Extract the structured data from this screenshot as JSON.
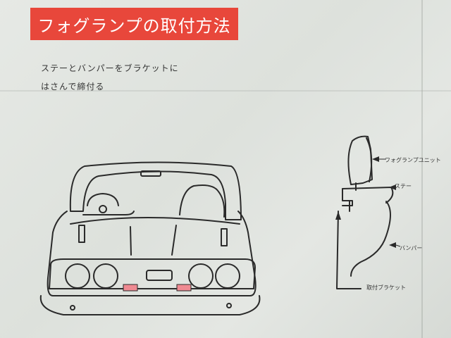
{
  "document": {
    "title": "フォグランプの取付方法",
    "instructions": [
      "ステーとバンパーをブラケットに",
      "はさんで締付る"
    ],
    "diagram_labels": {
      "fog_lamp_unit": "フォグランプユニット",
      "stay": "ステー",
      "bumper": "バンパー",
      "mounting_bracket": "取付ブラケット"
    }
  },
  "colors": {
    "banner": "#e8473b",
    "reflector": "#ef8a92",
    "line": "#2a2a2a",
    "paper": "#e2e6e1"
  }
}
